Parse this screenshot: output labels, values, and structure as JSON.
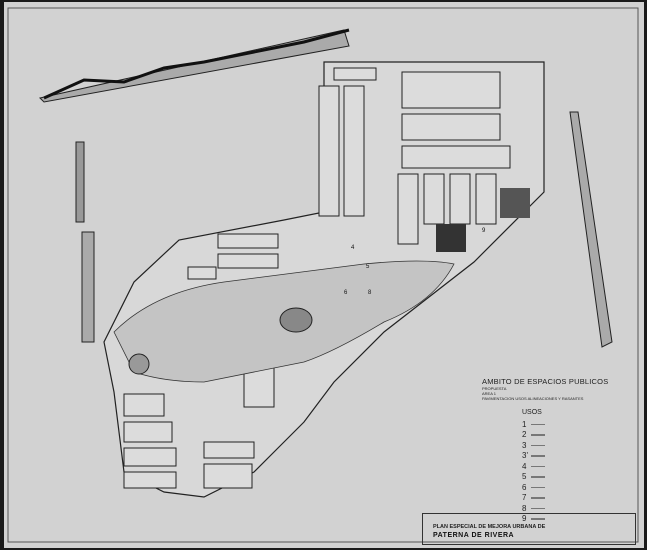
{
  "legend": {
    "title": "AMBITO DE ESPACIOS PUBLICOS",
    "subtitle_1": "PROPUESTA",
    "subtitle_2": "AREA 1",
    "subtitle_3": "PAVIMENTACION USOS ALINEACIONES Y RASANTES",
    "usos_heading": "USOS",
    "usos": [
      "1",
      "2",
      "3",
      "3'",
      "4",
      "5",
      "6",
      "7",
      "8",
      "9"
    ]
  },
  "title_block": {
    "line_1": "PLAN ESPECIAL DE MEJORA URBANA DE",
    "line_2": "PATERNA DE RIVERA"
  },
  "plan_labels": [
    "4",
    "5",
    "6",
    "8",
    "9"
  ]
}
